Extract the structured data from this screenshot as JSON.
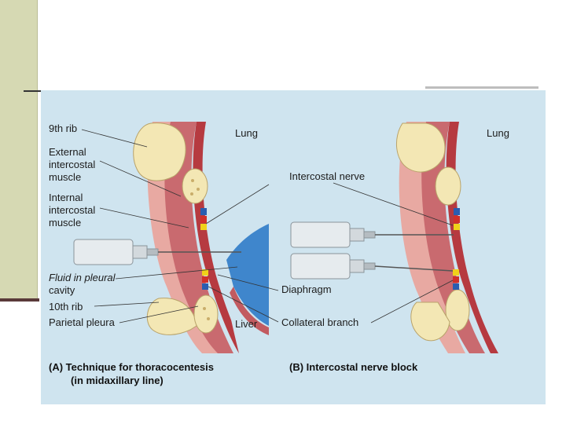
{
  "figure": {
    "panel_a": {
      "labels": {
        "rib9": "9th rib",
        "ext_int_1": "External",
        "ext_int_2": "intercostal",
        "ext_int_3": "muscle",
        "int_int_1": "Internal",
        "int_int_2": "intercostal",
        "int_int_3": "muscle",
        "fluid_1": "Fluid in pleural",
        "fluid_2": "cavity",
        "rib10": "10th rib",
        "parietal": "Parietal pleura",
        "lung": "Lung",
        "liver": "Liver",
        "diaphragm": "Diaphragm"
      },
      "caption_1": "(A)  Technique for thoracocentesis",
      "caption_2": "(in midaxillary line)"
    },
    "panel_b": {
      "labels": {
        "lung": "Lung",
        "intercostal_nerve": "Intercostal nerve",
        "collateral_branch": "Collateral branch"
      },
      "caption": "(B)  Intercostal nerve block"
    },
    "colors": {
      "background": "#cfe4ef",
      "bone": "#f3e7b4",
      "muscle": "#b8555c",
      "pleural_fluid": "#3f86cc",
      "skin": "#e8a9a2",
      "nerve_yellow": "#f0d21a",
      "artery_red": "#d0302a",
      "vein_blue": "#2a5db0",
      "syringe": "#e6ebee"
    }
  }
}
